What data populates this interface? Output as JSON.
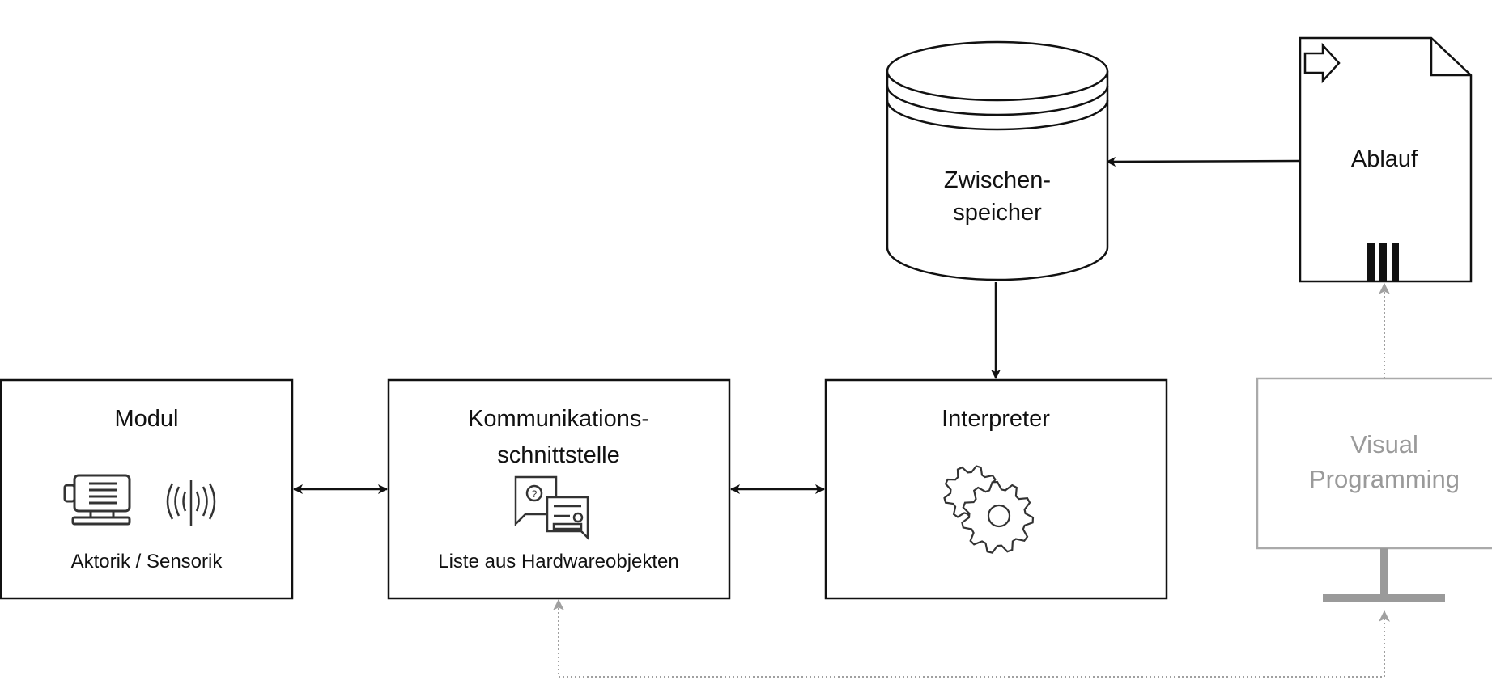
{
  "nodes": {
    "modul": {
      "title": "Modul",
      "subtitle": "Aktorik / Sensorik",
      "icons": [
        "motor-icon",
        "sensor-signal-icon"
      ]
    },
    "kommunikation": {
      "title_line1": "Kommunikations-",
      "title_line2": "schnittstelle",
      "subtitle": "Liste aus Hardwareobjekten",
      "icon": "hardware-list-icon"
    },
    "interpreter": {
      "title": "Interpreter",
      "icon": "gears-icon"
    },
    "zwischenspeicher": {
      "line1": "Zwischen-",
      "line2": "speicher",
      "shape": "database-cylinder"
    },
    "ablauf": {
      "title": "Ablauf",
      "shape": "document",
      "icon": "arrow-right-icon"
    },
    "visual_programming": {
      "line1": "Visual",
      "line2": "Programming",
      "shape": "monitor",
      "color": "#9a9a9a"
    }
  },
  "edges": [
    {
      "from": "modul",
      "to": "kommunikation",
      "style": "solid",
      "direction": "both"
    },
    {
      "from": "kommunikation",
      "to": "interpreter",
      "style": "solid",
      "direction": "both"
    },
    {
      "from": "zwischenspeicher",
      "to": "interpreter",
      "style": "solid",
      "direction": "forward"
    },
    {
      "from": "ablauf",
      "to": "zwischenspeicher",
      "style": "solid",
      "direction": "forward"
    },
    {
      "from": "visual_programming",
      "to": "ablauf",
      "style": "dotted",
      "direction": "forward"
    },
    {
      "from": "kommunikation",
      "to": "visual_programming",
      "style": "dotted",
      "direction": "both"
    }
  ],
  "colors": {
    "stroke": "#111111",
    "muted": "#9a9a9a",
    "dotted": "#a0a0a0"
  }
}
